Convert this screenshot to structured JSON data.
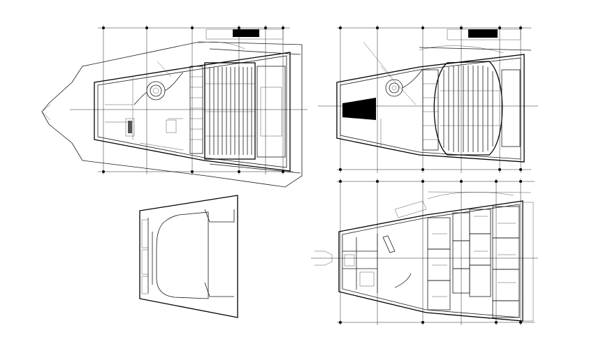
{
  "drawing": {
    "background": "#ffffff",
    "line_color": "#000000",
    "views": [
      {
        "id": "plan-upper-left",
        "kind": "floor-plan"
      },
      {
        "id": "plan-upper-right",
        "kind": "floor-plan"
      },
      {
        "id": "plan-lower-left",
        "kind": "site-outline"
      },
      {
        "id": "plan-lower-right",
        "kind": "floor-plan"
      }
    ]
  }
}
